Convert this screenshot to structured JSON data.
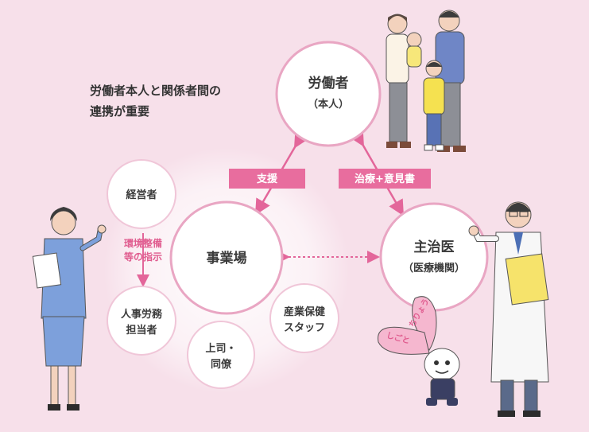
{
  "tagline": {
    "line1": "労働者本人と関係者間の",
    "line2": "連携が重要"
  },
  "nodes": {
    "worker": {
      "title": "労働者",
      "sub": "（本人）"
    },
    "workplace": {
      "title": "事業場"
    },
    "doctor": {
      "title": "主治医",
      "sub": "（医療機関）"
    },
    "manager": {
      "label": "経営者"
    },
    "hr": {
      "line1": "人事労務",
      "line2": "担当者"
    },
    "boss": {
      "line1": "上司・",
      "line2": "同僚"
    },
    "health_staff": {
      "line1": "産業保健",
      "line2": "スタッフ"
    }
  },
  "tags": {
    "support": "支援",
    "treatment": "治療+意見書"
  },
  "instruction": {
    "line1": "環境整備",
    "line2": "等の指示"
  },
  "rabbit": {
    "ear1": "ちりょう",
    "ear2": "しごと"
  },
  "colors": {
    "background": "#f7e0ea",
    "accent_pink": "#e3669a",
    "circle_border": "#e9a6c3",
    "circle_fill": "#ffffff",
    "tag_fill": "#e86d9e"
  }
}
